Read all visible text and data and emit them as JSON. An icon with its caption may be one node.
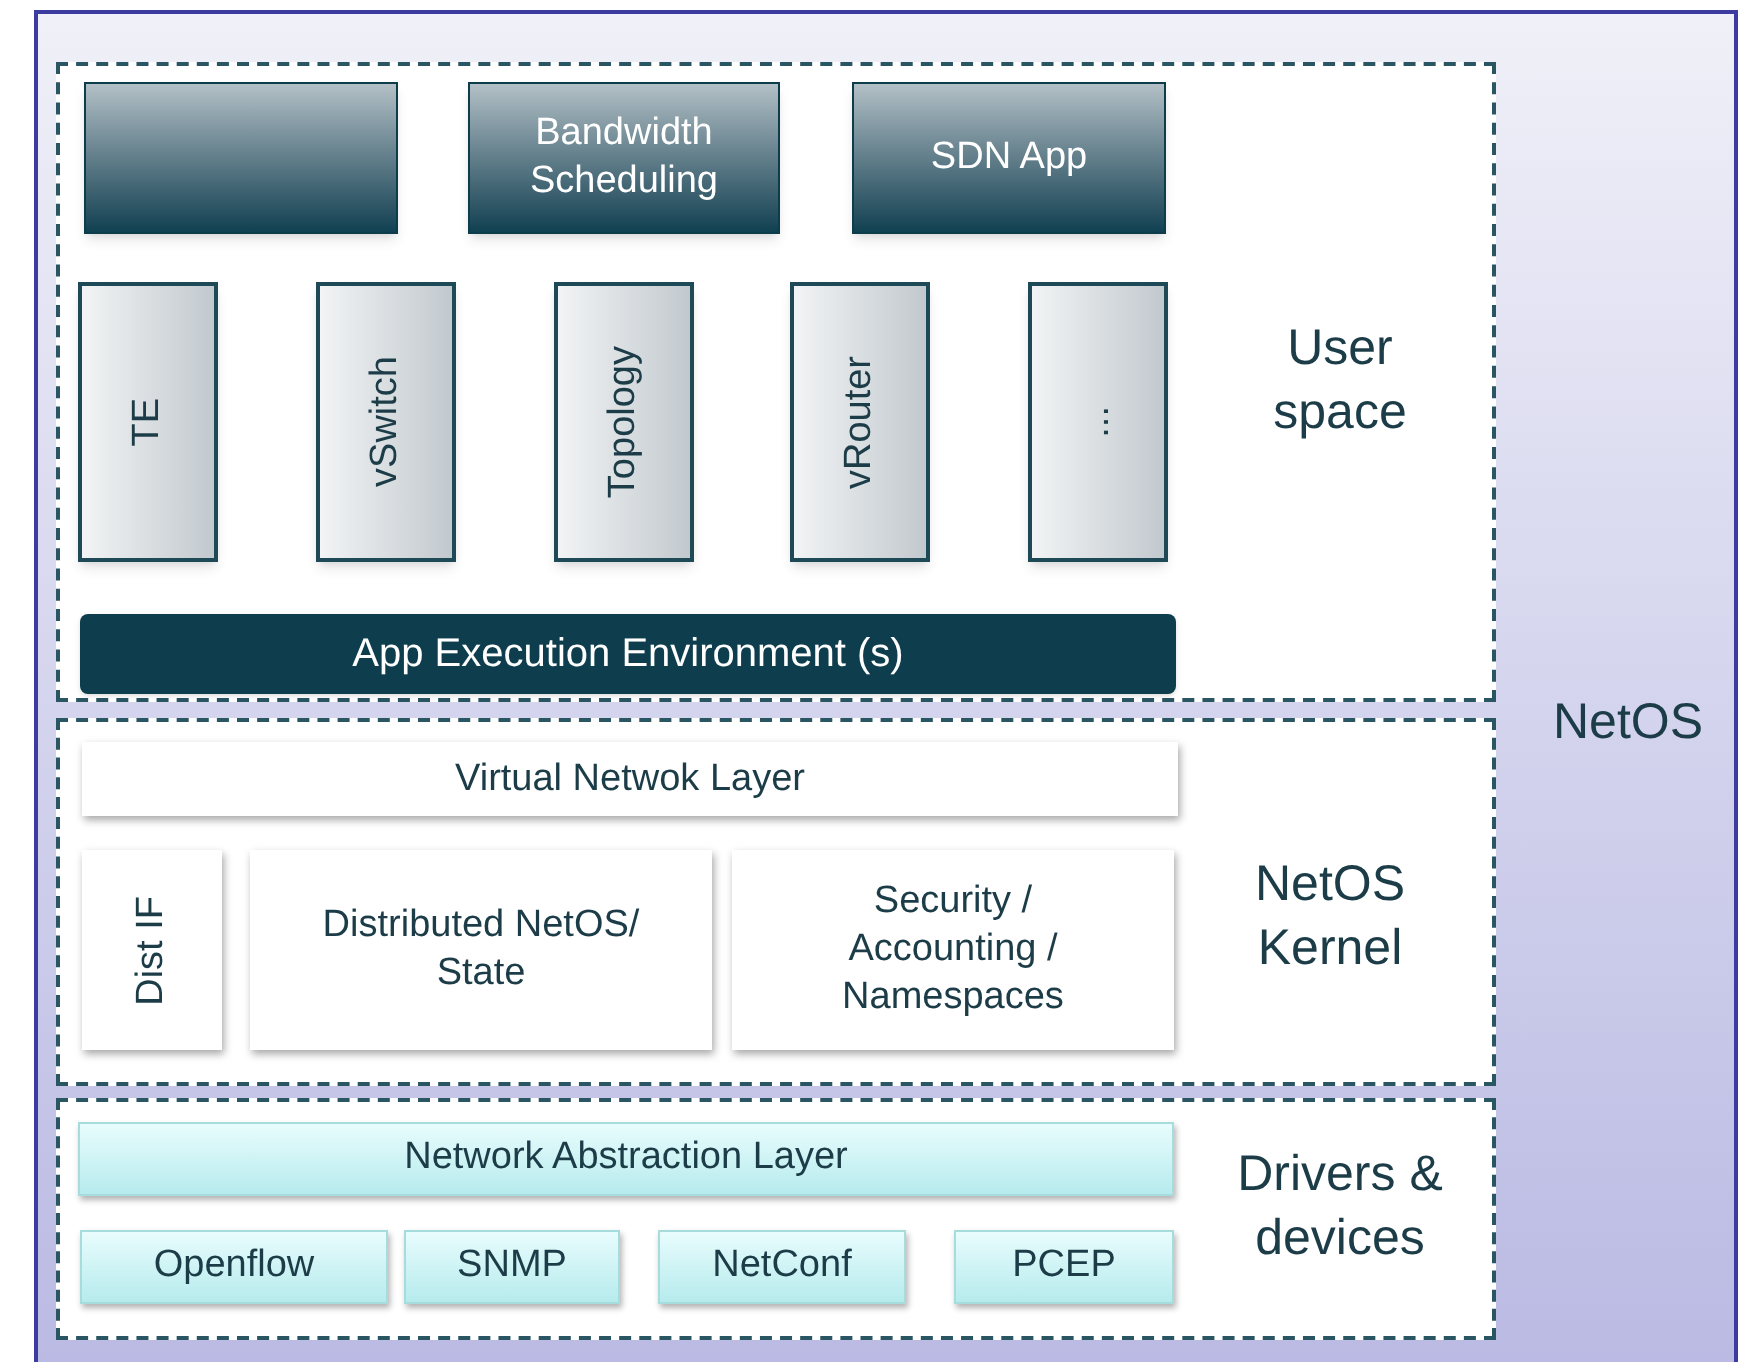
{
  "diagram": {
    "nodes": [
      {
        "text": [
          "NetOS"
        ]
      },
      {
        "text": [
          "User space"
        ],
        "in": 0
      },
      {
        "text": [],
        "shape": "box",
        "in": 1
      },
      {
        "text": [
          "Bandwidth Scheduling"
        ],
        "in": 1
      },
      {
        "text": [
          "SDN App"
        ],
        "in": 1
      },
      {
        "text": [
          "TE"
        ],
        "in": 1
      },
      {
        "text": [
          "vSwitch"
        ],
        "in": 1
      },
      {
        "text": [
          "Topology"
        ],
        "in": 1
      },
      {
        "text": [
          "vRouter"
        ],
        "in": 1
      },
      {
        "text": [
          "..."
        ],
        "in": 1
      },
      {
        "text": [
          "App Execution Environment (s)"
        ],
        "in": 1
      },
      {
        "text": [
          "NetOS Kernel"
        ],
        "in": 0
      },
      {
        "text": [
          "Virtual Netwok Layer"
        ],
        "in": 11
      },
      {
        "text": [
          "Dist IF"
        ],
        "in": 11
      },
      {
        "text": [
          "Distributed NetOS/ State"
        ],
        "in": 11
      },
      {
        "text": [
          "Security / Accounting / Namespaces"
        ],
        "in": 11
      },
      {
        "text": [
          "Drivers & devices"
        ],
        "in": 0
      },
      {
        "text": [
          "Network Abstraction Layer"
        ],
        "in": 16
      },
      {
        "text": [
          "Openflow"
        ],
        "in": 16
      },
      {
        "text": [
          "SNMP"
        ],
        "in": 16
      },
      {
        "text": [
          "NetConf"
        ],
        "in": 16
      },
      {
        "text": [
          "PCEP"
        ],
        "in": 16
      }
    ],
    "edges": []
  }
}
